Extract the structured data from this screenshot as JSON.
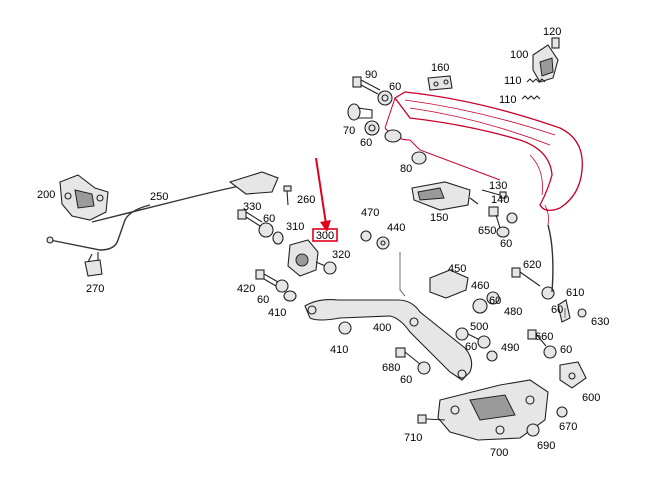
{
  "highlight": {
    "label": "300",
    "color": "#e0001a"
  },
  "colors": {
    "outline": "#222222",
    "fill": "#e6e6e6",
    "red_part": "#c8002a"
  },
  "labels": [
    {
      "id": "120",
      "text": "120"
    },
    {
      "id": "100",
      "text": "100"
    },
    {
      "id": "160",
      "text": "160"
    },
    {
      "id": "90",
      "text": "90"
    },
    {
      "id": "60a",
      "text": "60"
    },
    {
      "id": "110a",
      "text": "110"
    },
    {
      "id": "110b",
      "text": "110"
    },
    {
      "id": "70",
      "text": "70"
    },
    {
      "id": "60b",
      "text": "60"
    },
    {
      "id": "80",
      "text": "80"
    },
    {
      "id": "200",
      "text": "200"
    },
    {
      "id": "250",
      "text": "250"
    },
    {
      "id": "260",
      "text": "260"
    },
    {
      "id": "130",
      "text": "130"
    },
    {
      "id": "140",
      "text": "140"
    },
    {
      "id": "330",
      "text": "330"
    },
    {
      "id": "60c",
      "text": "60"
    },
    {
      "id": "310",
      "text": "310"
    },
    {
      "id": "470",
      "text": "470"
    },
    {
      "id": "440",
      "text": "440"
    },
    {
      "id": "150",
      "text": "150"
    },
    {
      "id": "650",
      "text": "650"
    },
    {
      "id": "60d",
      "text": "60"
    },
    {
      "id": "320",
      "text": "320"
    },
    {
      "id": "270",
      "text": "270"
    },
    {
      "id": "450",
      "text": "450"
    },
    {
      "id": "620",
      "text": "620"
    },
    {
      "id": "420",
      "text": "420"
    },
    {
      "id": "60e",
      "text": "60"
    },
    {
      "id": "460",
      "text": "460"
    },
    {
      "id": "60f",
      "text": "60"
    },
    {
      "id": "480",
      "text": "480"
    },
    {
      "id": "610",
      "text": "610"
    },
    {
      "id": "60g",
      "text": "60"
    },
    {
      "id": "410a",
      "text": "410"
    },
    {
      "id": "630",
      "text": "630"
    },
    {
      "id": "400",
      "text": "400"
    },
    {
      "id": "500",
      "text": "500"
    },
    {
      "id": "660",
      "text": "660"
    },
    {
      "id": "60h",
      "text": "60"
    },
    {
      "id": "490",
      "text": "490"
    },
    {
      "id": "410b",
      "text": "410"
    },
    {
      "id": "60i",
      "text": "60"
    },
    {
      "id": "680",
      "text": "680"
    },
    {
      "id": "60j",
      "text": "60"
    },
    {
      "id": "600",
      "text": "600"
    },
    {
      "id": "670",
      "text": "670"
    },
    {
      "id": "710",
      "text": "710"
    },
    {
      "id": "690",
      "text": "690"
    },
    {
      "id": "700",
      "text": "700"
    }
  ]
}
